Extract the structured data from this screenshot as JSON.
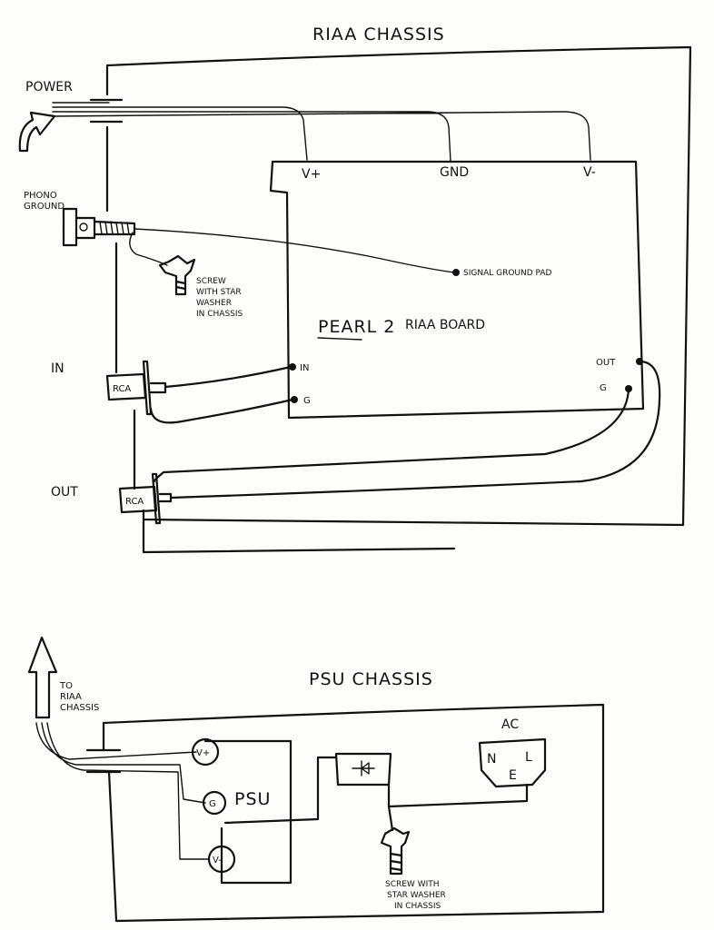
{
  "riaa": {
    "chassis_title": "RIAA CHASSIS",
    "power_label": "POWER",
    "phono_ground_label_1": "PHONO",
    "phono_ground_label_2": "GROUND",
    "screw_note_1": "SCREW",
    "screw_note_2": "WITH STAR",
    "screw_note_3": "WASHER",
    "screw_note_4": "IN CHASSIS",
    "in_label": "IN",
    "out_label": "OUT",
    "rca_in": "RCA",
    "rca_out": "RCA",
    "board_name": "PEARL 2",
    "board_title": "RIAA BOARD",
    "vplus": "V+",
    "gnd": "GND",
    "vminus": "V-",
    "signal_ground": "SIGNAL GROUND PAD",
    "pad_in": "IN",
    "pad_g": "G",
    "pad_out": "OUT",
    "pad_g2": "G"
  },
  "psu": {
    "chassis_title": "PSU CHASSIS",
    "to_riaa_1": "TO",
    "to_riaa_2": "RIAA",
    "to_riaa_3": "CHASSIS",
    "psu_label": "PSU",
    "vplus": "V+",
    "g": "G",
    "vminus": "V-",
    "ac_label": "AC",
    "n": "N",
    "l": "L",
    "e": "E",
    "screw_note_1": "SCREW WITH",
    "screw_note_2": "STAR WASHER",
    "screw_note_3": "IN CHASSIS"
  }
}
